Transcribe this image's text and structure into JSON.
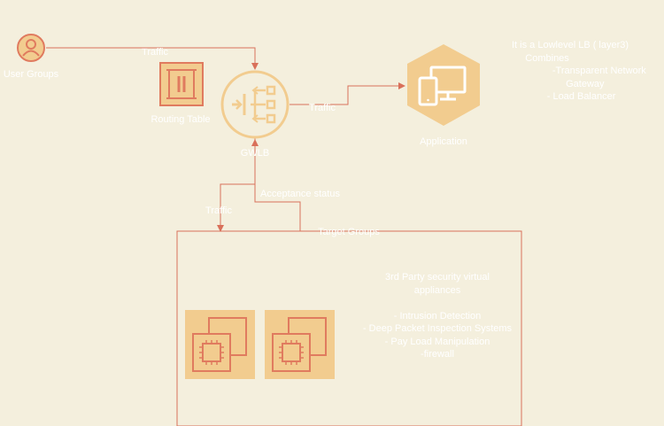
{
  "nodes": {
    "user_groups": {
      "label": "User Groups",
      "icon": "user-icon"
    },
    "routing_table": {
      "label": "Routing Table",
      "icon": "routing-table-icon"
    },
    "gwlb": {
      "label": "GWLB",
      "icon": "gateway-load-balancer-icon"
    },
    "application": {
      "label": "Application",
      "icon": "client-devices-icon"
    },
    "target_groups": {
      "label": "Target Groups"
    },
    "instance_1": {
      "icon": "ec2-instance-icon"
    },
    "instance_2": {
      "icon": "ec2-instance-icon"
    }
  },
  "edges": {
    "user_to_gwlb": "Traffic",
    "gwlb_to_app": "Traffic",
    "gwlb_to_targets": "Traffic",
    "targets_to_gwlb": "Acceptance status"
  },
  "notes": {
    "gwlb_description": "It is a Lowlevel LB ( layer3)\n     Combines\n               -Transparent Network\n                    Gateway\n             - Load Balancer",
    "appliances": "3rd Party security virtual\nappliances\n\n- Intrusion Detection\n- Deep Packet Inspection Systems\n- Pay Load Manipulation\n-firewall"
  },
  "colors": {
    "background": "#f4efdd",
    "edge": "#d9705a",
    "icon_stroke": "#e07b5f",
    "icon_fill": "#f2cc8f",
    "text": "#ffffff"
  }
}
